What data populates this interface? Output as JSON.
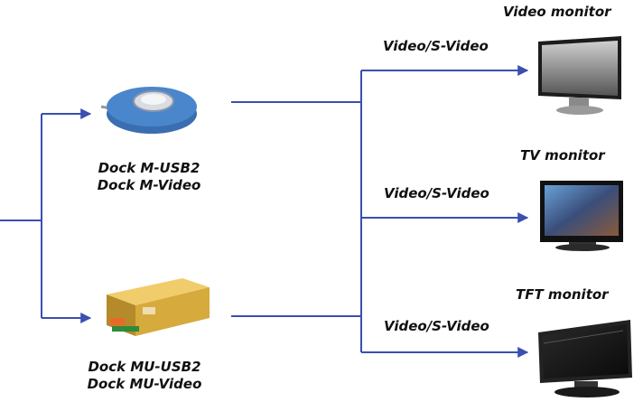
{
  "devices": [
    {
      "name_line1": "Dock M-USB2",
      "name_line2": "Dock M-Video"
    },
    {
      "name_line1": "Dock MU-USB2",
      "name_line2": "Dock MU-Video"
    }
  ],
  "monitors": [
    {
      "label": "Video monitor",
      "signal": "Video/S-Video"
    },
    {
      "label": "TV monitor",
      "signal": "Video/S-Video"
    },
    {
      "label": "TFT monitor",
      "signal": "Video/S-Video"
    }
  ],
  "colors": {
    "line": "#3a4fb0",
    "dock_m": "#4a7fc0",
    "dock_mu": "#d6aa3c"
  }
}
